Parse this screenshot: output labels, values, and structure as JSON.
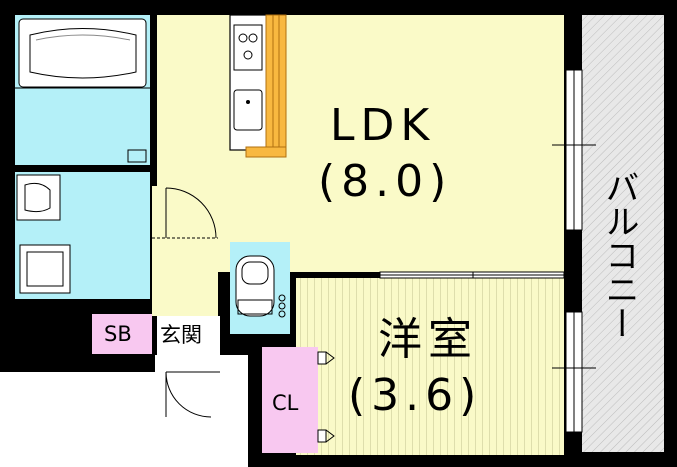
{
  "rooms": {
    "ldk": {
      "name": "LDK",
      "size": "(8.0)"
    },
    "western": {
      "name": "洋室",
      "size": "(3.6)"
    },
    "entrance": {
      "name": "玄関"
    },
    "sb": {
      "name": "SB"
    },
    "cl": {
      "name": "CL"
    },
    "balcony": {
      "name": "バルコニー"
    }
  },
  "colors": {
    "ldk_floor": "#fafac8",
    "western_floor": "#fafac8",
    "wet_area": "#b4f0f8",
    "storage": "#f8c8f0",
    "kitchen_counter": "#f8b840",
    "balcony": "#e8e8e8",
    "wall": "#000000"
  },
  "icons": [
    "bathtub-icon",
    "sink-icon",
    "washing-machine-icon",
    "toilet-icon",
    "kitchen-stove-icon",
    "kitchen-sink-icon",
    "door-swing-icon"
  ]
}
